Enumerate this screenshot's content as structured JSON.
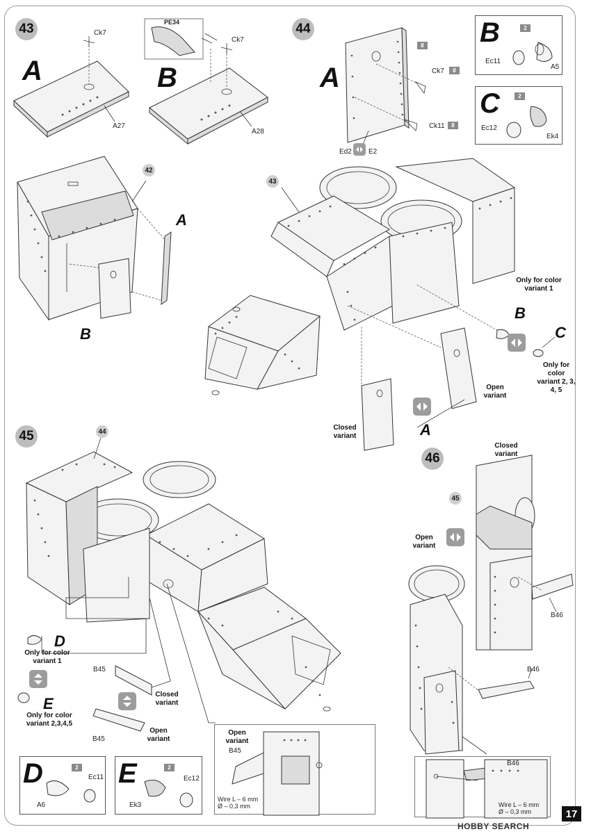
{
  "steps": {
    "s43": "43",
    "s44": "44",
    "s45": "45",
    "s46": "46"
  },
  "refs": {
    "r42": "42",
    "r43": "43",
    "r44": "44",
    "r45": "45"
  },
  "letters": {
    "A": "A",
    "B": "B",
    "C": "C",
    "D": "D",
    "E": "E"
  },
  "parts": {
    "ck7": "Ck7",
    "pe34": "PE34",
    "a27": "A27",
    "a28": "A28",
    "ck11": "Ck11",
    "ed2": "Ed2",
    "e2": "E2",
    "ec11": "Ec11",
    "a5": "A5",
    "ec12": "Ec12",
    "ek4": "Ek4",
    "b45": "B45",
    "b46": "B46",
    "a6": "A6",
    "ek3": "Ek3"
  },
  "quantities": {
    "q8": "8",
    "q2": "2"
  },
  "notes": {
    "only_variant_1": "Only for color variant 1",
    "only_variant_2345": "Only for color variant 2, 3, 4, 5",
    "only_color_variant_1": "Only for color variant 1",
    "only_color_variant_2345": "Only for color variant 2,3,4,5",
    "open_variant": "Open variant",
    "closed_variant": "Closed variant",
    "wire": "Wire L – 6 mm",
    "wire_dia": "Ø – 0,3 mm"
  },
  "page_number": "17",
  "watermark": "HOBBY SEARCH",
  "colors": {
    "step_badge": "#bdbdbd",
    "qty_badge": "#8a8a8a",
    "part_fill": "#f3f3f3"
  }
}
